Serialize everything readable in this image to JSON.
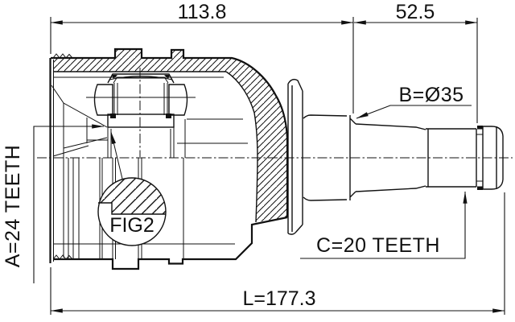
{
  "drawing": {
    "dimensions": {
      "housing_length": "113.8",
      "stub_length": "52.5",
      "total_length": "L=177.3"
    },
    "labels": {
      "spline_a": "A=24 TEETH",
      "spline_b": "B=Ø35",
      "spline_c": "C=20 TEETH",
      "detail_callout": "FIG2"
    },
    "colors": {
      "line": "#111111",
      "background": "#ffffff"
    }
  }
}
